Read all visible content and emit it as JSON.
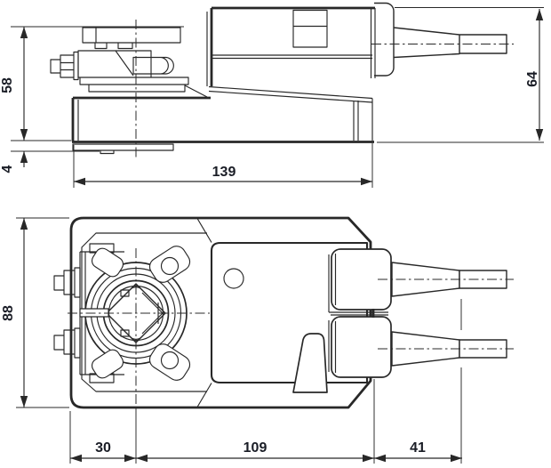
{
  "colors": {
    "line": "#282828",
    "dimension_text": "#1a1d26",
    "background": "#ffffff"
  },
  "side_view": {
    "dim_height": "58",
    "dim_plate_thickness": "4",
    "dim_length": "139",
    "dim_height_right": "64"
  },
  "plan_view": {
    "dim_width": "88",
    "dim_shaft_center": "30",
    "dim_body": "109",
    "dim_gland": "41"
  }
}
